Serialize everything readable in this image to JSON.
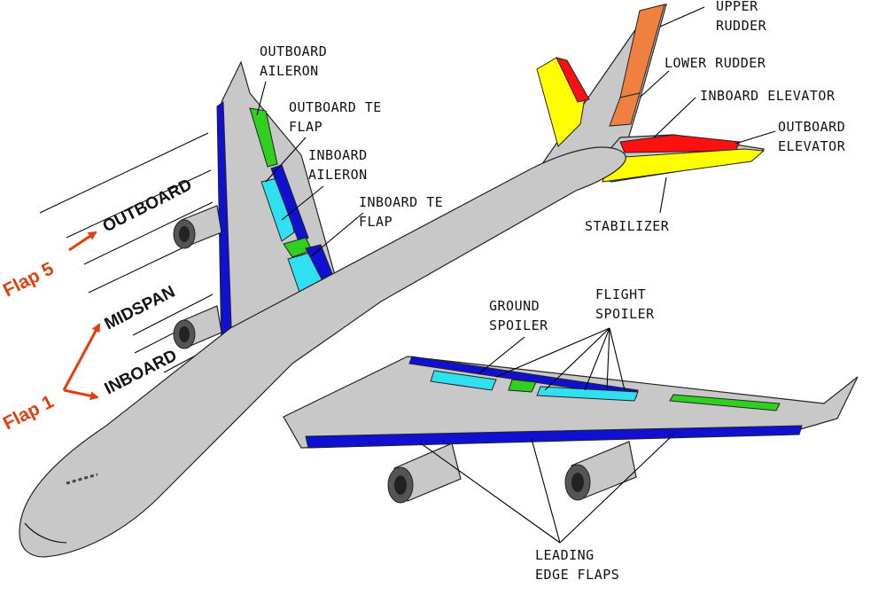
{
  "labels": {
    "outboard_aileron": [
      "OUTBOARD",
      "AILERON"
    ],
    "outboard_te_flap": [
      "OUTBOARD TE",
      "FLAP"
    ],
    "inboard_aileron": [
      "INBOARD",
      "AILERON"
    ],
    "inboard_te_flap": [
      "INBOARD TE",
      "FLAP"
    ],
    "upper_rudder": [
      "UPPER",
      "RUDDER"
    ],
    "lower_rudder": [
      "LOWER RUDDER"
    ],
    "inboard_elevator": [
      "INBOARD ELEVATOR"
    ],
    "outboard_elevator": [
      "OUTBOARD",
      "ELEVATOR"
    ],
    "stabilizer": [
      "STABILIZER"
    ],
    "ground_spoiler": [
      "GROUND",
      "SPOILER"
    ],
    "flight_spoiler": [
      "FLIGHT",
      "SPOILER"
    ],
    "leading_edge_flaps": [
      "LEADING",
      "EDGE FLAPS"
    ]
  },
  "sections": {
    "outboard": "OUTBOARD",
    "midspan": "MIDSPAN",
    "inboard": "INBOARD"
  },
  "flaps": {
    "flap5": "Flap 5",
    "flap1": "Flap 1"
  },
  "colors": {
    "fuselage": "#c8c8c8",
    "leading_edge": "#1010d0",
    "te_flap": "#30e0f0",
    "aileron": "#30d020",
    "elevator_red": "#ff1010",
    "stabilizer_yellow": "#ffff00",
    "rudder_orange": "#f08040",
    "flap_arrows": "#e04010"
  }
}
